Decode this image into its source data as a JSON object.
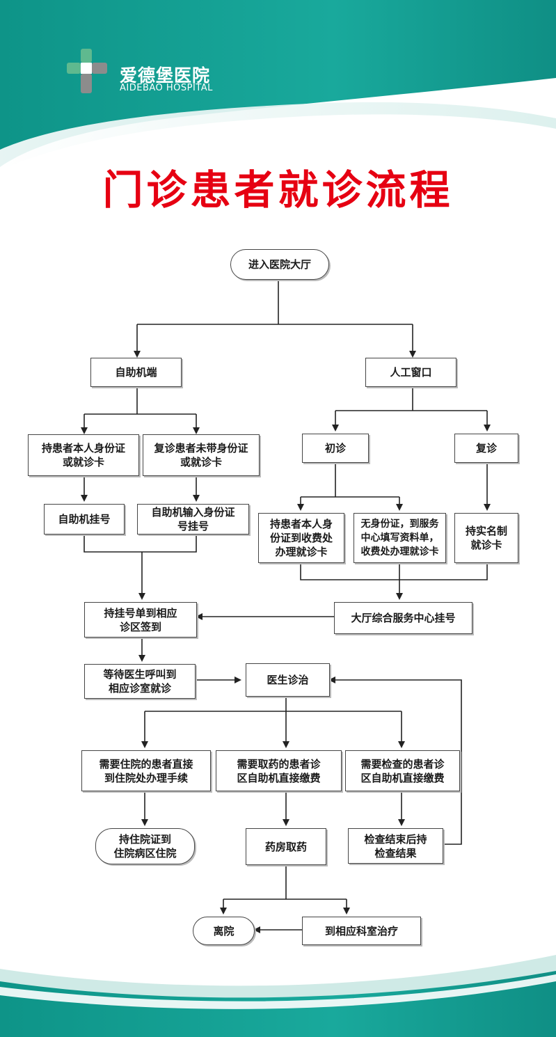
{
  "header": {
    "logo_cn": "爱德堡医院",
    "logo_en": "AIDEBAO HOSPITAL",
    "title": "门诊患者就诊流程"
  },
  "colors": {
    "teal": "#13a59a",
    "teal_dark": "#0f8f85",
    "title_red": "#e60012",
    "logo_green": "#5fb98f",
    "logo_gray": "#8c8c8c"
  },
  "nodes": {
    "enter_hall": "进入医院大厅",
    "self_service": "自助机端",
    "manual_window": "人工窗口",
    "with_id": "持患者本人身份证\n或就诊卡",
    "revisit_no_id": "复诊患者未带身份证\n或就诊卡",
    "first_visit": "初诊",
    "revisit": "复诊",
    "self_register": "自助机挂号",
    "self_input_id": "自助机输入身份证\n号挂号",
    "id_card_cashier": "持患者本人身\n份证到收费处\n办理就诊卡",
    "no_id_service": "无身份证，到服务\n中心填写资料单，\n收费处办理就诊卡",
    "real_name_card": "持实名制\n就诊卡",
    "signin": "持挂号单到相应\n诊区签到",
    "service_center_register": "大厅综合服务中心挂号",
    "wait_call": "等待医生呼叫到\n相应诊室就诊",
    "doctor": "医生诊治",
    "hospitalize": "需要住院的患者直接\n到住院处办理手续",
    "medicine_pay": "需要取药的患者诊\n区自助机直接缴费",
    "exam_pay": "需要检查的患者诊\n区自助机直接缴费",
    "admit": "持住院证到\n住院病区住院",
    "pharmacy": "药房取药",
    "exam_result": "检查结束后持\n检查结果",
    "leave": "离院",
    "treatment": "到相应科室治疗"
  }
}
